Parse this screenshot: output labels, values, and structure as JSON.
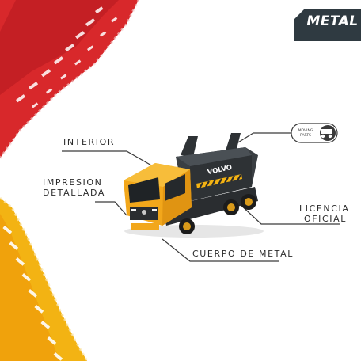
{
  "badge": {
    "text": "METAL",
    "color": "#2f3a41"
  },
  "features": {
    "interior": "INTERIOR",
    "impresion_line1": "IMPRESION",
    "impresion_line2": "DETALLADA",
    "licencia_line1": "LICENCIA",
    "licencia_line2": "OFICIAL",
    "cuerpo": "CUERPO DE METAL"
  },
  "moving_parts_icon": {
    "line1": "MOVING",
    "line2": "PARTS"
  },
  "truck": {
    "brand": "VOLVO",
    "cab_color": "#f2a71b",
    "body_color": "#2e3235"
  },
  "colors": {
    "red_stripe": "#d8282b",
    "yellow_stripe": "#f3b313",
    "line": "#3a3a3a"
  }
}
